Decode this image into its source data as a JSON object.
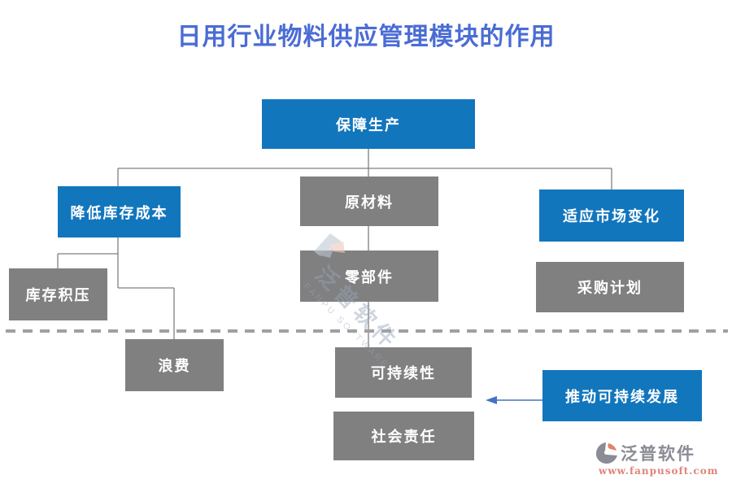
{
  "title": "日用行业物料供应管理模块的作用",
  "colors": {
    "node_blue": "#1276bd",
    "node_gray": "#808080",
    "title_blue": "#4a6cd4",
    "connector_gray": "#7f7f7f",
    "dashed_gray": "#a0a0a0",
    "arrow_blue": "#4472c4",
    "logo_text_gray": "#8b8b95",
    "logo_url_salmon": "#e0837a"
  },
  "nodes": {
    "ensure_production": {
      "label": "保障生产"
    },
    "reduce_inventory_cost": {
      "label": "降低库存成本"
    },
    "raw_materials": {
      "label": "原材料"
    },
    "adapt_market_changes": {
      "label": "适应市场变化"
    },
    "inventory_backlog": {
      "label": "库存积压"
    },
    "parts": {
      "label": "零部件"
    },
    "procurement_plan": {
      "label": "采购计划"
    },
    "waste": {
      "label": "浪费"
    },
    "sustainability": {
      "label": "可持续性"
    },
    "promote_sustainable_development": {
      "label": "推动可持续发展"
    },
    "social_responsibility": {
      "label": "社会责任"
    }
  },
  "watermark": {
    "text_cn": "泛普软件",
    "text_en": "FANPU SOFTWARE"
  },
  "logo": {
    "name": "泛普软件",
    "url": "www.fanpusoft.com"
  }
}
